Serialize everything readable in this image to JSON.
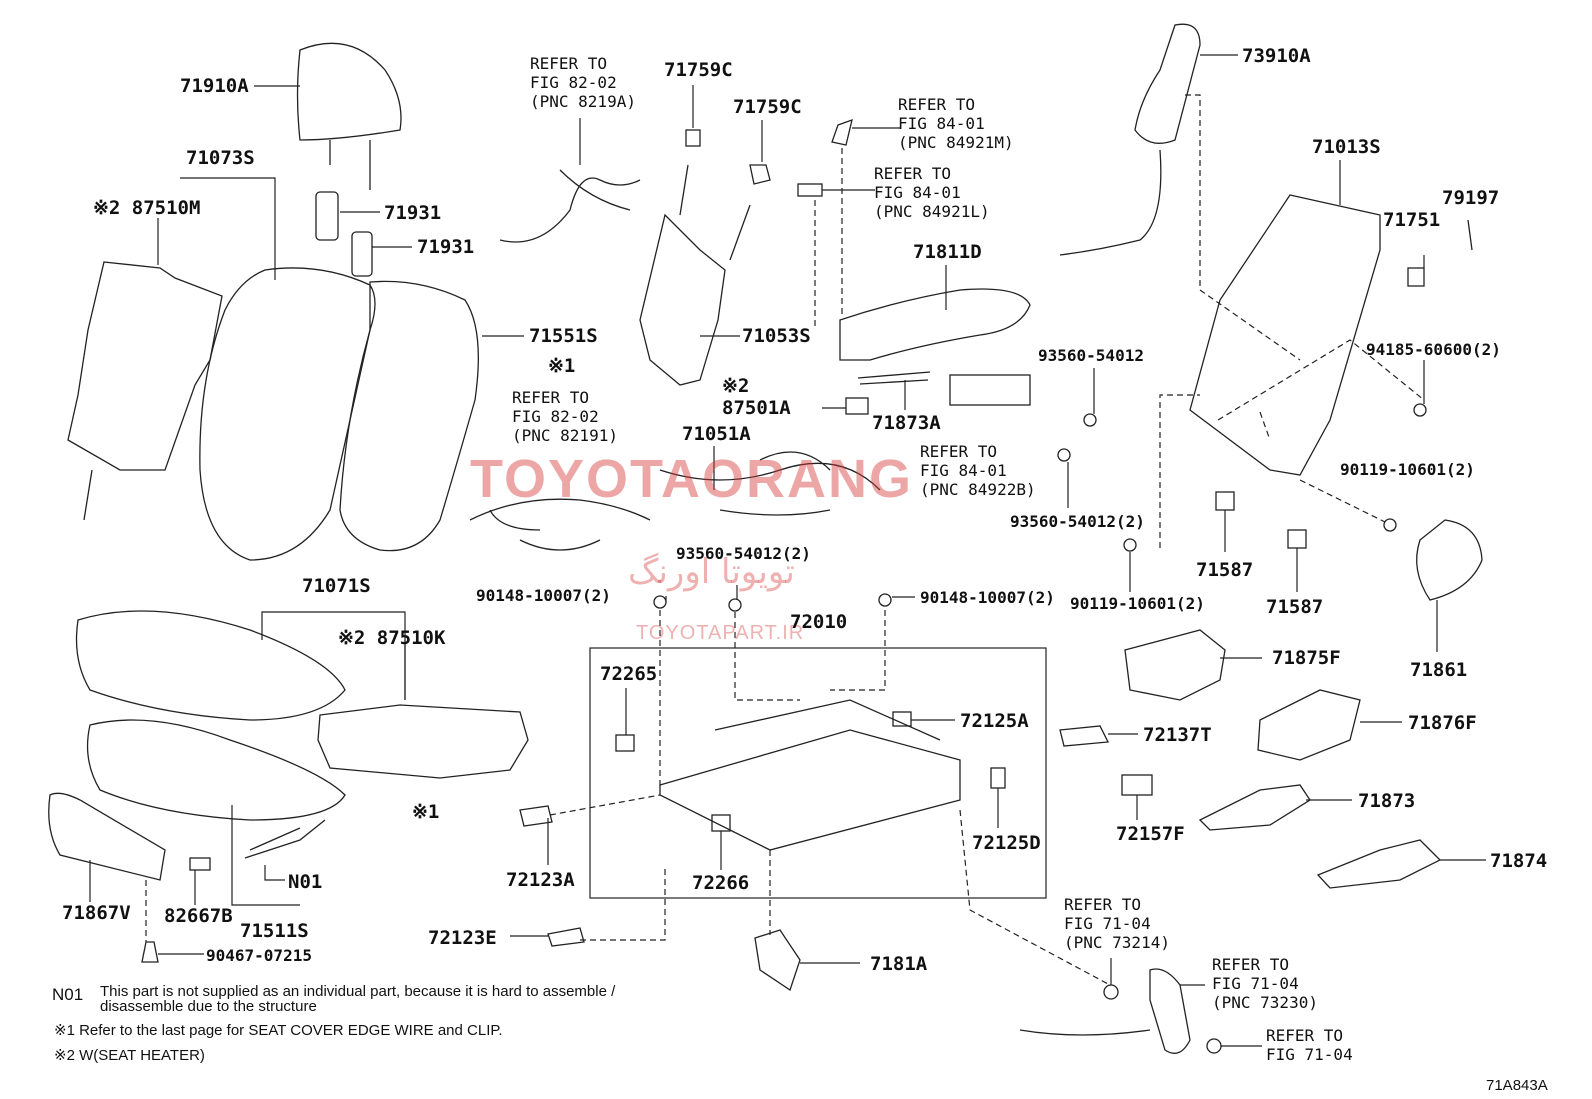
{
  "diagram": {
    "figure_code": "71A843A",
    "labels": {
      "l71910A": "71910A",
      "l71073S": "71073S",
      "l87510M": "※2 87510M",
      "l71931a": "71931",
      "l71931b": "71931",
      "l71551S": "71551S",
      "l71071S": "71071S",
      "l87510K": "※2 87510K",
      "l71867V": "71867V",
      "l82667B": "82667B",
      "l71511S": "71511S",
      "lN01": "N01",
      "l90467": "90467-07215",
      "l71759C1": "71759C",
      "l71759C2": "71759C",
      "l71053S": "71053S",
      "l87501A_a": "※2",
      "l87501A_b": "87501A",
      "l71051A": "71051A",
      "l71811D": "71811D",
      "l71873A": "71873A",
      "l93560a": "93560-54012",
      "l93560b": "93560-54012(2)",
      "l93560c": "93560-54012(2)",
      "l90148a": "90148-10007(2)",
      "l90148b": "90148-10007(2)",
      "l72010": "72010",
      "l72265": "72265",
      "l72125A": "72125A",
      "l72125D": "72125D",
      "l72123A": "72123A",
      "l72266": "72266",
      "l72123E": "72123E",
      "l7181A": "7181A",
      "l73910A": "73910A",
      "l71013S": "71013S",
      "l79197": "79197",
      "l71751": "71751",
      "l94185": "94185-60600(2)",
      "l90119a": "90119-10601(2)",
      "l90119b": "90119-10601(2)",
      "l71587a": "71587",
      "l71587b": "71587",
      "l71861": "71861",
      "l71875F": "71875F",
      "l72137T": "72137T",
      "l71876F": "71876F",
      "l72157F": "72157F",
      "l71873": "71873",
      "l71874": "71874",
      "l1x_a": "※1",
      "l1x_b": "※1"
    },
    "references": {
      "r1": "REFER TO\nFIG 82-02\n(PNC 8219A)",
      "r2": "REFER TO\nFIG 84-01\n(PNC 84921M)",
      "r3": "REFER TO\nFIG 84-01\n(PNC 84921L)",
      "r4": "REFER TO\nFIG 82-02\n(PNC 82191)",
      "r5": "REFER TO\nFIG 84-01\n(PNC 84922B)",
      "r6": "REFER TO\nFIG 71-04\n(PNC 73214)",
      "r7": "REFER TO\nFIG 71-04\n(PNC 73230)",
      "r8": "REFER TO\nFIG 71-04"
    },
    "notes": {
      "n01_code": "N01",
      "n01_line1": "This part is not supplied as an individual part, because it is hard to assemble /",
      "n01_line2": "disassemble due to the structure",
      "note1": "※1 Refer to the last page for SEAT COVER EDGE WIRE and CLIP.",
      "note2": "※2 W(SEAT HEATER)"
    },
    "watermark": {
      "main": "TOYOTAORANG",
      "persian": "تویوتا اورنگ",
      "site": "TOYOTAPART.IR"
    }
  }
}
